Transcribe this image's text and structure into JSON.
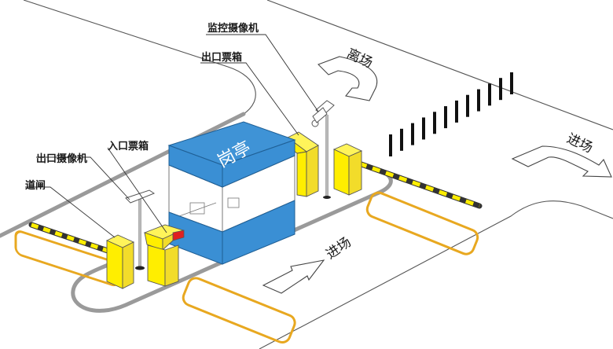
{
  "diagram": {
    "title": "停车场出入口系统示意图",
    "booth_label": "岗亭",
    "labels": {
      "monitor_camera": "监控摄像机",
      "exit_ticket_box": "出口票箱",
      "entry_ticket_box": "入口票箱",
      "exit_camera": "出口摄像机",
      "barrier_gate": "道闸"
    },
    "directions": {
      "exit": "离场",
      "entry_right": "进场",
      "entry_bottom": "进场"
    },
    "colors": {
      "booth": "#3a8fd4",
      "equipment": "#ffee00",
      "ticket_display": "#e02020",
      "induction_loop": "#e8a820",
      "barrier_stripe_dark": "#111111",
      "barrier_stripe_light": "#ffee00",
      "curb": "#9a9a9a"
    },
    "components": [
      {
        "name": "监控摄像机",
        "type": "camera"
      },
      {
        "name": "出口票箱",
        "type": "ticket-box"
      },
      {
        "name": "入口票箱",
        "type": "ticket-box"
      },
      {
        "name": "出口摄像机",
        "type": "camera"
      },
      {
        "name": "道闸",
        "type": "barrier-gate"
      },
      {
        "name": "岗亭",
        "type": "booth"
      }
    ],
    "fence_post_count": 12
  }
}
